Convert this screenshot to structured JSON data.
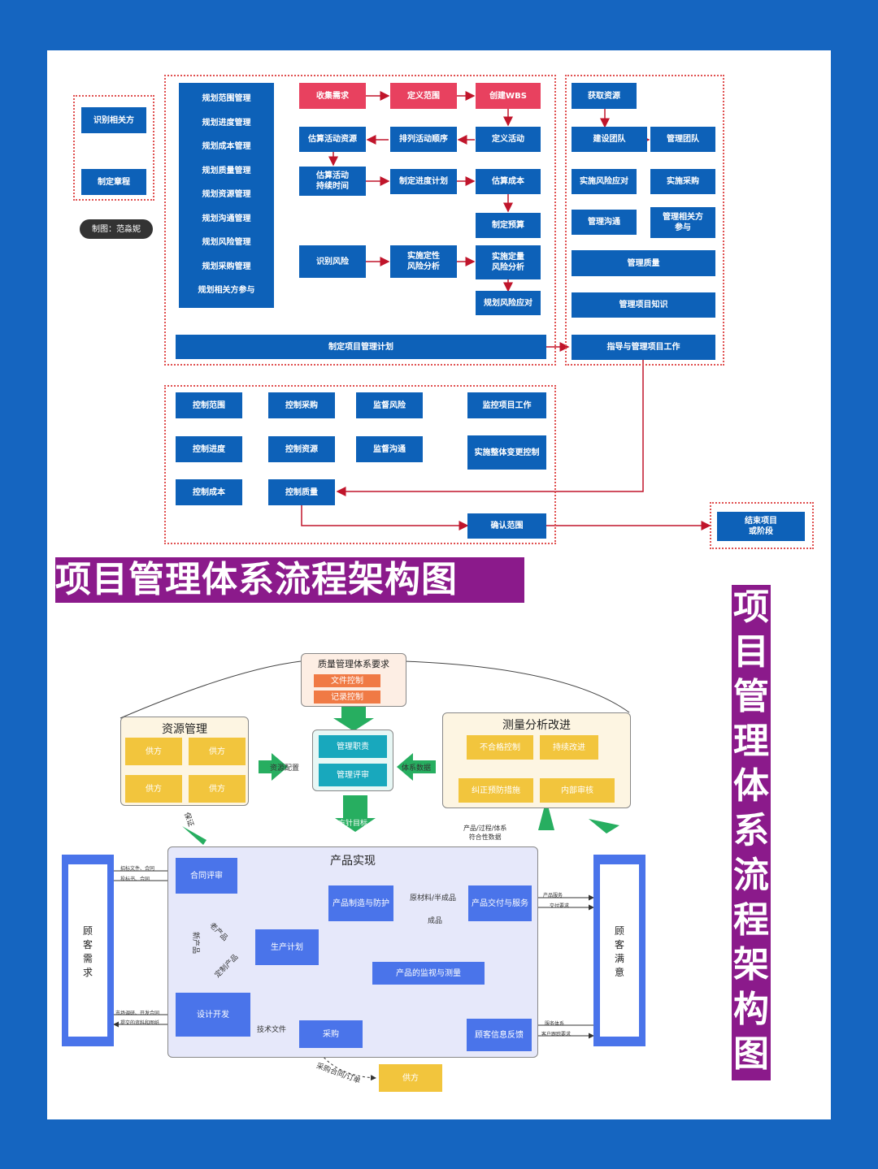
{
  "top": {
    "side": [
      "识别相关方",
      "制定章程"
    ],
    "author": "制图：范淼妮",
    "plan_list": [
      "规划范围管理",
      "规划进度管理",
      "规划成本管理",
      "规划质量管理",
      "规划资源管理",
      "规划沟通管理",
      "规划风险管理",
      "规划采购管理",
      "规划相关方参与"
    ],
    "collect": "收集需求",
    "define_scope": "定义范围",
    "create_wbs": "创建WBS",
    "est_resources": "估算活动资源",
    "sequence": "排列活动顺序",
    "define_act": "定义活动",
    "est_duration": "估算活动\n持续时间",
    "dev_schedule": "制定进度计划",
    "est_cost": "估算成本",
    "budget": "制定预算",
    "identify_risk": "识别风险",
    "qual_risk": "实施定性\n风险分析",
    "quant_risk": "实施定量\n风险分析",
    "plan_response": "规划风险应对",
    "dev_plan": "制定项目管理计划",
    "acquire": "获取资源",
    "build_team": "建设团队",
    "manage_team": "管理团队",
    "impl_response": "实施风险应对",
    "impl_proc": "实施采购",
    "manage_comm": "管理沟通",
    "manage_stake": "管理相关方\n参与",
    "manage_quality": "管理质量",
    "manage_knowledge": "管理项目知识",
    "direct": "指导与管理项目工作",
    "ctrl_scope": "控制范围",
    "ctrl_proc": "控制采购",
    "mon_risk": "监督风险",
    "mon_work": "监控项目工作",
    "ctrl_schedule": "控制进度",
    "ctrl_resources": "控制资源",
    "mon_comm": "监督沟通",
    "change_ctrl": "实施整体变更控制",
    "ctrl_cost": "控制成本",
    "ctrl_quality": "控制质量",
    "validate": "确认范围",
    "close": "结束项目\n或阶段"
  },
  "title_banner": "项目管理体系流程架构图",
  "vertical_title": "项目管理体系流程架构图",
  "qms": {
    "req_title": "质量管理体系要求",
    "doc_ctrl": "文件控制",
    "rec_ctrl": "记录控制",
    "res_title": "资源管理",
    "supplier": "供方",
    "measure_title": "测量分析改进",
    "nonconf": "不合格控制",
    "improve": "持续改进",
    "corrective": "纠正预防措施",
    "audit": "内部审核",
    "mgmt_resp": "管理职责",
    "mgmt_review": "管理评审",
    "res_alloc": "资源配置",
    "sys_data": "体系数据",
    "policy": "方针目标",
    "guarantee": "保证",
    "prod_title": "产品实现",
    "contract": "合同评审",
    "plan": "生产计划",
    "manufacture": "产品制造与防护",
    "delivery": "产品交付与服务",
    "monitor": "产品的监视与测量",
    "design": "设计开发",
    "purchase": "采购",
    "feedback": "顾客信息反馈",
    "supplier_box": "供方",
    "customer_need": "顾客需求",
    "customer_sat": "顾客满意",
    "raw": "原材料/半成品",
    "finished": "成品",
    "tech_doc": "技术文件",
    "po": "采购合同/订单",
    "old_prod": "老产品",
    "new_prod": "新产品",
    "custom_prod": "定制产品",
    "compliance": "产品/过程/体系\n符合性数据",
    "l1": "招标文件、合同",
    "l2": "投标书、合同",
    "l3": "市场调研、开发合同",
    "l4": "提交的资料和图纸",
    "r1": "产品服务",
    "r2": "交付要求",
    "r3": "服务体系",
    "r4": "客户跟踪要求"
  }
}
